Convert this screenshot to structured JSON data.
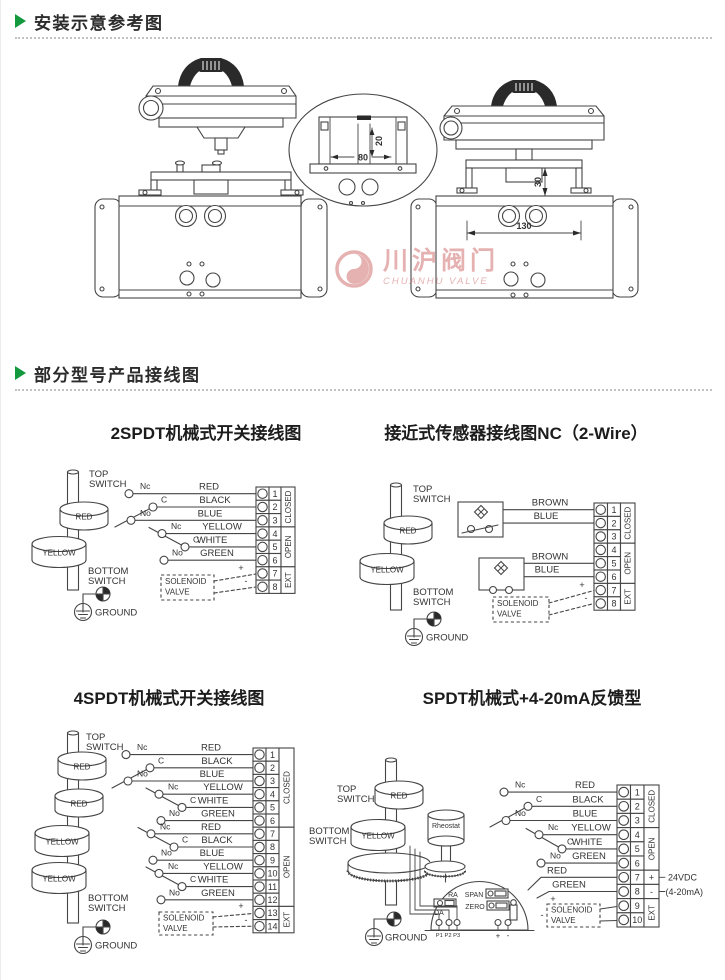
{
  "headers": {
    "install": "安装示意参考图",
    "wiring": "部分型号产品接线图"
  },
  "watermark": {
    "cn": "川沪阀门",
    "en": "CHUANHU VALVE"
  },
  "install": {
    "dim_width_small": "80",
    "dim_height_small": "20",
    "dim_height": "30",
    "dim_width": "130"
  },
  "terms": {
    "top1": "TOP",
    "top2": "SWITCH",
    "bottom1": "BOTTOM",
    "bottom2": "SWITCH",
    "ground": "GROUND",
    "solenoid1": "SOLENOID",
    "solenoid2": "VALVE",
    "nc": "Nc",
    "c": "C",
    "no": "No",
    "closed": "CLOSED",
    "open": "OPEN",
    "ext": "EXT",
    "plus": "+",
    "minus": "-",
    "red": "RED",
    "yellow": "YELLOW"
  },
  "nums": {
    "n1": "1",
    "n2": "2",
    "n3": "3",
    "n4": "4",
    "n5": "5",
    "n6": "6",
    "n7": "7",
    "n8": "8",
    "n9": "9",
    "n10": "10",
    "n11": "11",
    "n12": "12",
    "n13": "13",
    "n14": "14"
  },
  "d1": {
    "title": "2SPDT机械式开关接线图",
    "w1": "RED",
    "w2": "BLACK",
    "w3": "BLUE",
    "w4": "YELLOW",
    "w5": "WHITE",
    "w6": "GREEN"
  },
  "d2": {
    "title": "接近式传感器接线图NC（2-Wire）",
    "w1": "BROWN",
    "w2": "BLUE",
    "w3": "BROWN",
    "w4": "BLUE"
  },
  "d3": {
    "title": "4SPDT机械式开关接线图",
    "w1": "RED",
    "w2": "BLACK",
    "w3": "BLUE",
    "w4": "YELLOW",
    "w5": "WHITE",
    "w6": "GREEN",
    "w7": "RED",
    "w8": "BLACK",
    "w9": "BLUE",
    "w10": "YELLOW",
    "w11": "WHITE",
    "w12": "GREEN"
  },
  "d4": {
    "title": "SPDT机械式+4-20mA反馈型",
    "w1": "RED",
    "w2": "BLACK",
    "w3": "BLUE",
    "w4": "YELLOW",
    "w5": "WHITE",
    "w6": "GREEN",
    "fb1": "RED",
    "fb2": "GREEN",
    "rheostat": "Rheostat",
    "ra": "RA",
    "da": "DA",
    "span": "SPAN",
    "zero": "ZERO",
    "p_labels": "P1 P2 P3",
    "supply1": "24VDC",
    "supply2": "(4-20mA)"
  }
}
